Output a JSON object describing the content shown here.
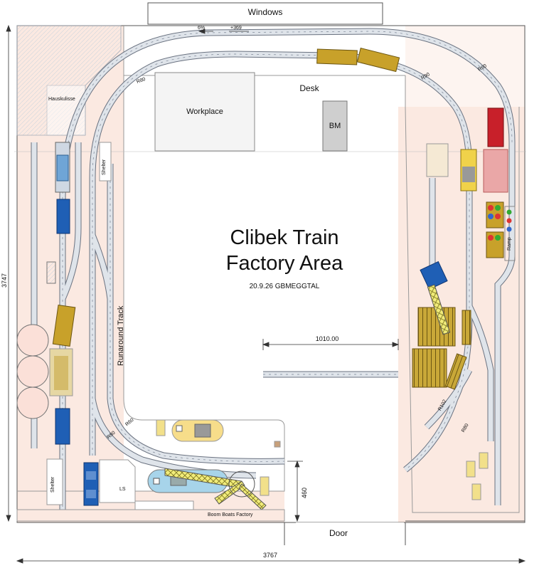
{
  "diagram": {
    "title_line1": "Clibek Train",
    "title_line2": "Factory Area",
    "date_author": "20.9.26 GBMEGGTAL",
    "windows_label": "Windows",
    "door_label": "Door",
    "desk_label": "Desk",
    "workplace_label": "Workplace",
    "bm_label": "BM",
    "hauskulisse_label": "Hauskulisse",
    "shelter_top_label": "Shelter",
    "shelter_bottom_label": "Shelter",
    "ls_label": "LS",
    "runaround_label": "Runaround Track",
    "boom_boats_label": "Boom Boats Factory",
    "ramp_label": "Ramp",
    "dim_width": "3767",
    "dim_height": "3747",
    "dim_1010": "1010.00",
    "dim_460": "460",
    "grade_label": "6%",
    "elevation_label": "+369",
    "radius_labels": {
      "r80_top": "R80",
      "r90": "R90",
      "r60_top": "R60",
      "r60_left": "R60",
      "r80_left": "R80",
      "r102": "R102",
      "r80_right": "R80"
    },
    "colors": {
      "track_fill": "#dfe4ea",
      "track_edge": "#6a7280",
      "room_bg": "#fbe9e1",
      "loco_blue": "#1f5fb5",
      "car_yellow": "#c8a12a",
      "car_red": "#c8202a",
      "crane_yellow": "#e8e25a"
    }
  }
}
